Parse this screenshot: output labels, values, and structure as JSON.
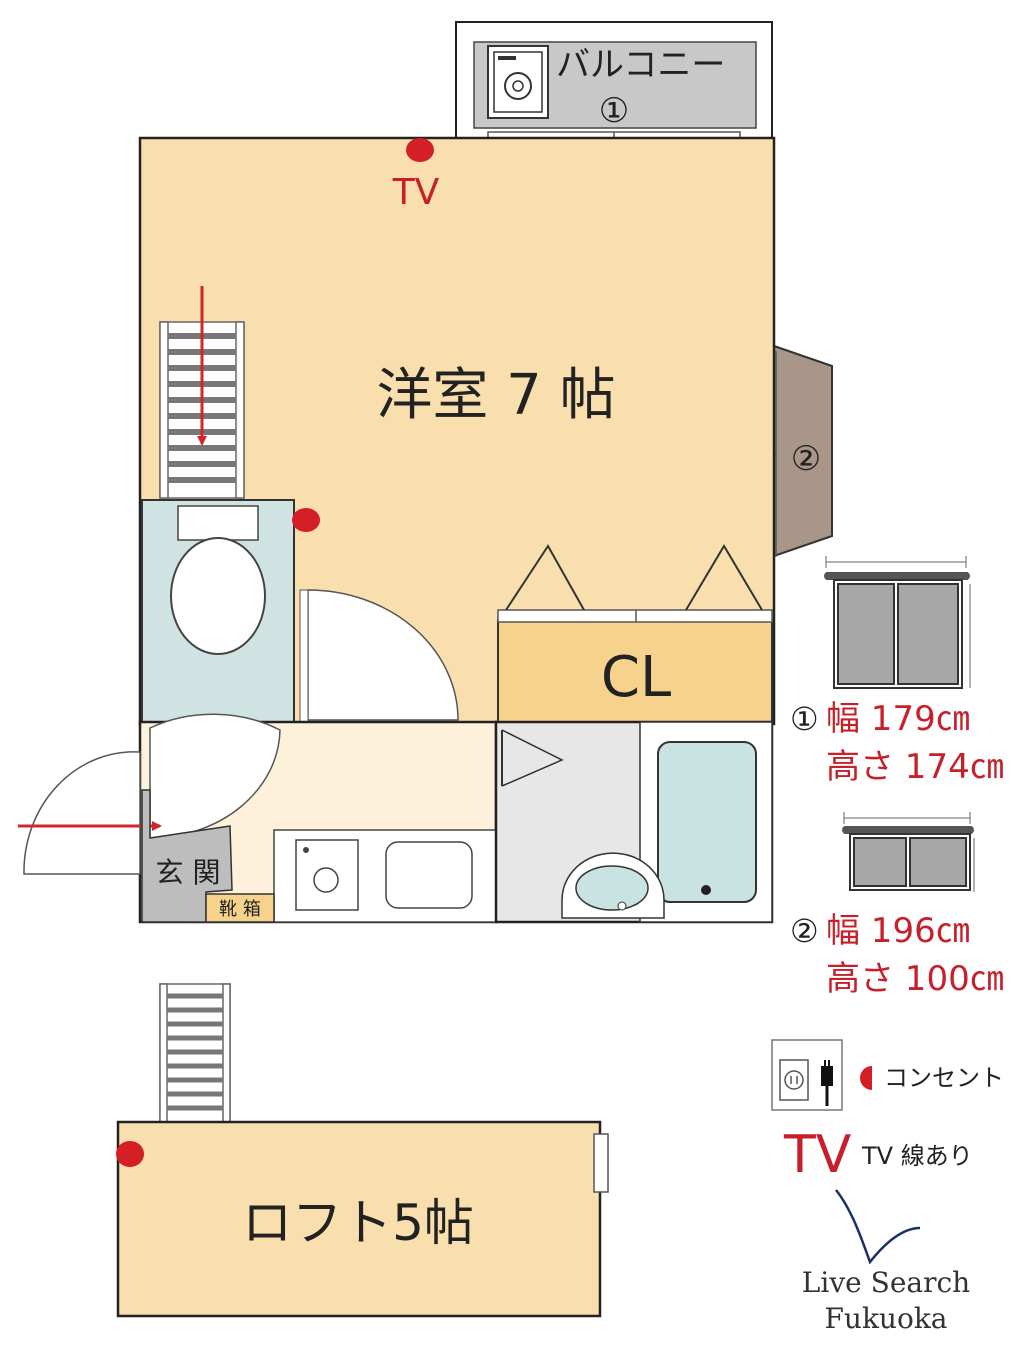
{
  "rooms": {
    "main": "洋室 7 帖",
    "closet": "CL",
    "entrance": "玄 関",
    "shoe_box": "靴 箱",
    "loft": "ロフト5帖",
    "balcony": "バルコニー"
  },
  "markers": {
    "balcony_window": "①",
    "side_window": "②",
    "tv_main": "TV"
  },
  "windows": [
    {
      "number": "①",
      "width": "幅 179㎝",
      "height": "高さ 174㎝"
    },
    {
      "number": "②",
      "width": "幅 196㎝",
      "height": "高さ 100㎝"
    }
  ],
  "legend": {
    "outlet": "コンセント",
    "tv_symbol": "TV",
    "tv_desc": "TV 線あり"
  },
  "logo": {
    "line1": "Live Search",
    "line2": "Fukuoka"
  },
  "colors": {
    "room_floor": "#f9dfae",
    "corridor": "#fdf1dc",
    "closet": "#f6d28c",
    "toilet": "#cfe3e3",
    "bathroom": "#e7e7e7",
    "bath_tub": "#c9e2e2",
    "entrance": "#bdbdbd",
    "balcony": "#c8c8c8",
    "side_bay": "#a99688",
    "outlet_red": "#d41f26",
    "text_red": "#c8202a"
  }
}
